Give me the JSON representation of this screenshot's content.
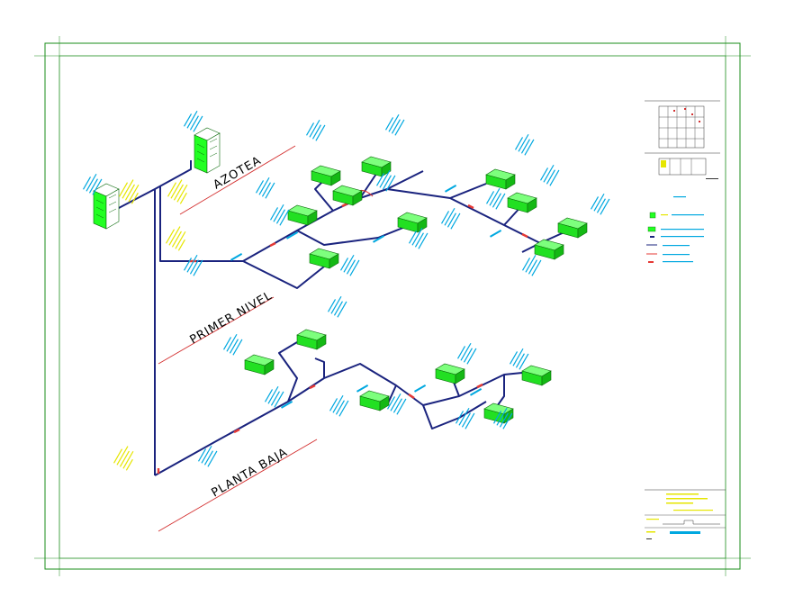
{
  "drawing": {
    "levels": {
      "azotea": "AZOTEA",
      "primer_nivel": "PRIMER NIVEL",
      "planta_baja": "PLANTA BAJA"
    }
  },
  "colors": {
    "frame": "#1a8c1a",
    "unit_fill": "#22ff22",
    "pipe": "#1a237e",
    "pipe_accent": "#e53935",
    "annotation": "#00a8e0",
    "callout": "#e6e600",
    "level_line": "#d32f2f"
  },
  "icons": {
    "outdoor_unit": "condenser-unit-icon",
    "indoor_unit": "fan-coil-unit-icon"
  }
}
